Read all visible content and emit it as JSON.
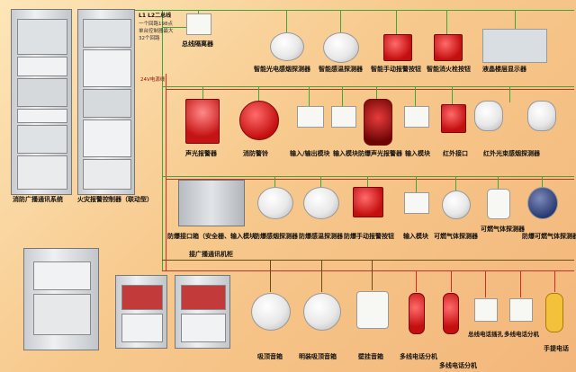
{
  "labels": {
    "bus_isolator": "总线隔离器",
    "smoke_det": "智能光电感烟探测器",
    "heat_det": "智能感温探测器",
    "manual_alarm": "智能手动报警按钮",
    "hydrant_btn": "智能消火栓按钮",
    "lcd_display": "液晶楼层显示器",
    "sound_light": "声光报警器",
    "fire_bell": "消防警铃",
    "io_module": "输入/输出模块",
    "input_module_1": "输入模块",
    "ex_sound_light": "防爆声光报警器",
    "input_module_2": "输入模块",
    "ir_interface": "红外接口",
    "ir_beam": "红外光束感烟探测器",
    "ex_interface": "防爆接口箱（安全栅、输入模块）",
    "ex_smoke": "防爆感烟探测器",
    "ex_heat": "防爆感温探测器",
    "ex_manual": "防爆手动报警按钮",
    "input_module_3": "输入模块",
    "gas_det_1": "可燃气体探测器",
    "gas_det_2": "可燃气体探测器",
    "ex_gas_det": "防爆可燃气体探测器",
    "broadcast_sys": "消防广播通讯系统",
    "controller": "火灾报警控制器（联动型）",
    "comm_cabinet": "接广播通讯机柜",
    "ceiling_spk": "吸顶音箱",
    "flush_spk": "明装吸顶音箱",
    "wall_spk": "壁挂音箱",
    "multi_ext_1": "多线电话分机",
    "multi_ext_2": "多线电话分机",
    "bus_jack": "总线电话插孔",
    "multi_ext_3": "多线电话分机",
    "hand_phone": "手提电话"
  },
  "bus": {
    "l1l2": "L1  L2二总线",
    "note_1": "一个回路198点",
    "note_2": "单台控制器最大",
    "note_3": "32个回路",
    "v24": "24V电源线"
  },
  "colors": {
    "bus_line": "#3aa93a",
    "power_line": "#d62a2a",
    "device_red": "#c40f0f"
  }
}
